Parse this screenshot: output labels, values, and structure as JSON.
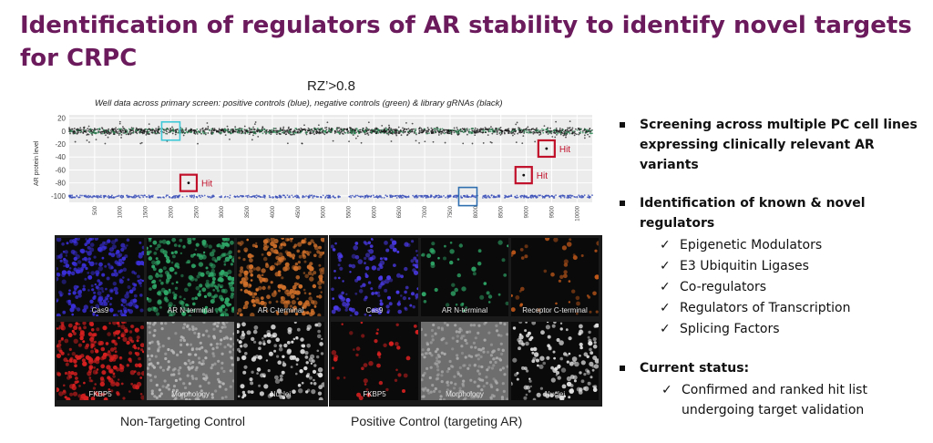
{
  "title": "Identification of regulators of AR stability to identify novel targets for CRPC",
  "rz_label": "RZ’>0.8",
  "chart_subtitle": "Well data across primary screen: positive controls (blue), negative controls (green) & library gRNAs (black)",
  "chart_data": {
    "type": "scatter",
    "ylabel": "AR protein level",
    "ylim": [
      -110,
      25
    ],
    "xlim": [
      0,
      10300
    ],
    "yticks": [
      20,
      0,
      -20,
      -40,
      -60,
      -80,
      -100
    ],
    "xticks": [
      500,
      1000,
      1500,
      2000,
      2500,
      3000,
      3500,
      4000,
      4500,
      5000,
      5500,
      6000,
      6500,
      7000,
      7500,
      8000,
      8500,
      9000,
      9500,
      10000
    ],
    "grid": true,
    "series": [
      {
        "name": "positive controls",
        "color": "#3a4fb8",
        "level": -101
      },
      {
        "name": "negative controls",
        "color": "#2e8b57",
        "level": 0
      },
      {
        "name": "library gRNAs",
        "color": "#111111",
        "level": 0
      }
    ],
    "hits": [
      {
        "label": "Hit",
        "x": 2350,
        "y": -80
      },
      {
        "label": "Hit",
        "x": 8950,
        "y": -68
      },
      {
        "label": "Hit",
        "x": 9400,
        "y": -27
      }
    ],
    "highlights": [
      {
        "x": 2000,
        "y": 0,
        "color": "#3fc8d8"
      },
      {
        "x": 7850,
        "y": -101,
        "color": "#2f6fb0"
      }
    ]
  },
  "panels": {
    "left": {
      "caption": "Non-Targeting Control",
      "tiles": [
        {
          "label": "Cas9",
          "color": "#3a2fd8",
          "kind": "dense"
        },
        {
          "label": "AR N-terminal",
          "color": "#2fa868",
          "kind": "dense"
        },
        {
          "label": "AR C-terminal",
          "color": "#d0702a",
          "kind": "dense"
        },
        {
          "label": "FKBP5",
          "color": "#d82020",
          "kind": "dense"
        },
        {
          "label": "Morphology",
          "color": "#b8b8b8",
          "kind": "gray"
        },
        {
          "label": "Nuclei",
          "color": "#e0e0e0",
          "kind": "sparse"
        }
      ]
    },
    "right": {
      "caption": "Positive Control (targeting AR)",
      "tiles": [
        {
          "label": "Cas9",
          "color": "#4a3ae8",
          "kind": "sparse"
        },
        {
          "label": "AR N-terminal",
          "color": "#2fa868",
          "kind": "few"
        },
        {
          "label": "Receptor C-terminal",
          "color": "#c0581a",
          "kind": "few"
        },
        {
          "label": "FKBP5",
          "color": "#d82020",
          "kind": "few"
        },
        {
          "label": "Morphology",
          "color": "#a8a8a8",
          "kind": "gray"
        },
        {
          "label": "Nuclei",
          "color": "#e0e0e0",
          "kind": "sparse"
        }
      ]
    }
  },
  "bullets": [
    {
      "text": "Screening across multiple PC cell lines expressing clinically relevant AR variants",
      "items": []
    },
    {
      "text": "Identification of known & novel regulators",
      "items": [
        "Epigenetic Modulators",
        "E3 Ubiquitin Ligases",
        "Co-regulators",
        "Regulators of Transcription",
        "Splicing Factors"
      ]
    },
    {
      "text": "Current status:",
      "items": [
        "Confirmed and ranked hit list undergoing target validation"
      ]
    }
  ]
}
